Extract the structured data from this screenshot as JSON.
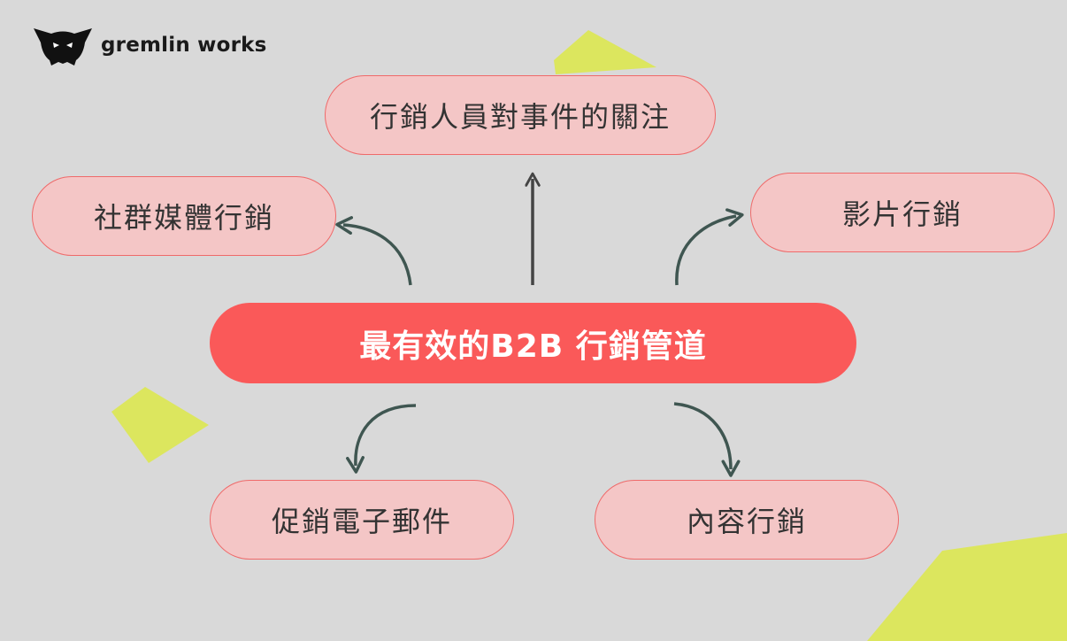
{
  "brand": {
    "name": "gremlin works",
    "logo_icon": "gremlin-cat-icon"
  },
  "center": {
    "label": "最有效的B2B 行銷管道"
  },
  "nodes": {
    "top": "行銷人員對事件的關注",
    "left": "社群媒體行銷",
    "right": "影片行銷",
    "bottom_left": "促銷電子郵件",
    "bottom_right": "內容行銷"
  },
  "colors": {
    "background": "#d9d9d9",
    "center_fill": "#fa5959",
    "node_fill": "#f4c6c6",
    "node_border": "#ef6a6a",
    "arrow": "#3f5651",
    "accent_shape": "#dce65e"
  }
}
